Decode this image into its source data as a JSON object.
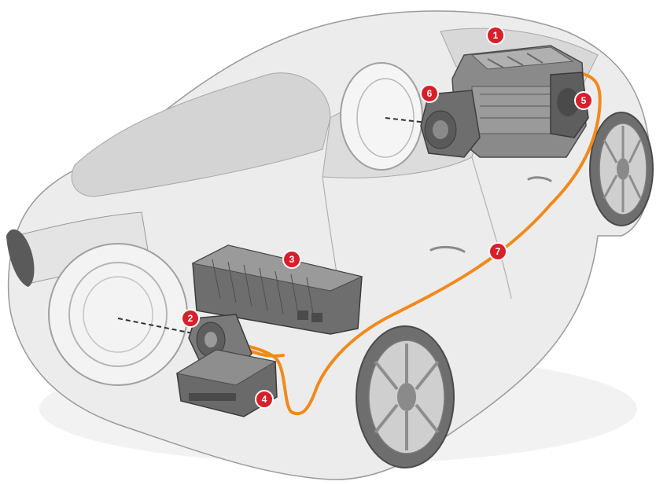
{
  "diagram": {
    "colors": {
      "background": "#ffffff",
      "body_fill": "#ececec",
      "body_stroke": "#9a9a9a",
      "glass": "#cfcfcf",
      "component_fill": "#7e7e7e",
      "component_dark": "#4a4a4a",
      "cable": "#f08a1c",
      "callout": "#d6202a"
    },
    "callouts": [
      {
        "id": "callout-1",
        "label": "1"
      },
      {
        "id": "callout-2",
        "label": "2"
      },
      {
        "id": "callout-3",
        "label": "3"
      },
      {
        "id": "callout-4",
        "label": "4"
      },
      {
        "id": "callout-5",
        "label": "5"
      },
      {
        "id": "callout-6",
        "label": "6"
      },
      {
        "id": "callout-7",
        "label": "7"
      }
    ]
  }
}
